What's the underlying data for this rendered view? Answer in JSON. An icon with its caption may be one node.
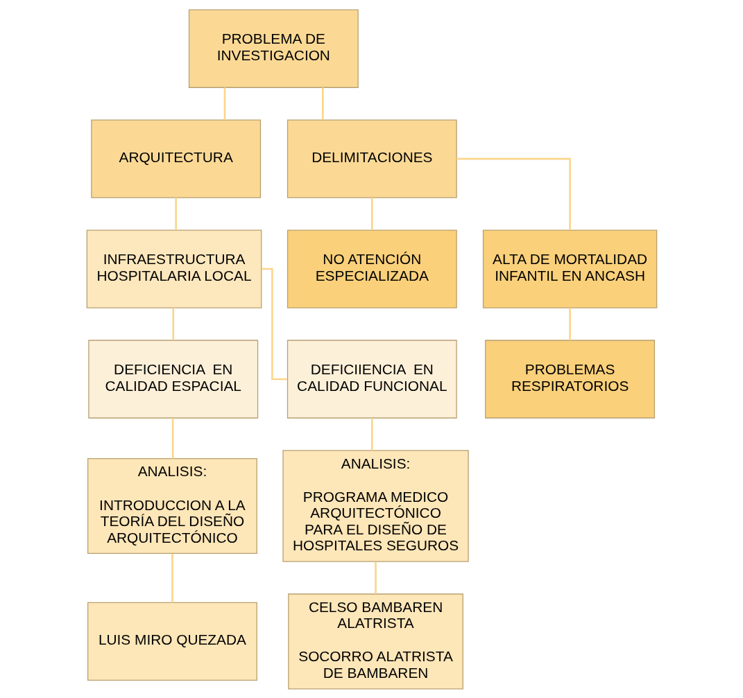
{
  "diagram": {
    "nodes": [
      {
        "text": [
          "PROBLEMA DE INVESTIGACION"
        ]
      },
      {
        "text": [
          "ARQUITECTURA"
        ]
      },
      {
        "text": [
          "DELIMITACIONES"
        ]
      },
      {
        "text": [
          "INFRAESTRUCTURA HOSPITALARIA LOCAL"
        ]
      },
      {
        "text": [
          "NO ATENCIÓN ESPECIALIZADA"
        ]
      },
      {
        "text": [
          "ALTA DE MORTALIDAD INFANTIL EN ANCASH"
        ]
      },
      {
        "text": [
          "DEFICIENCIA  EN CALIDAD ESPACIAL"
        ]
      },
      {
        "text": [
          "DEFICIIENCIA  EN CALIDAD FUNCIONAL"
        ]
      },
      {
        "text": [
          "PROBLEMAS RESPIRATORIOS"
        ]
      },
      {
        "text": [
          "ANALISIS:",
          "INTRODUCCION A LA TEORÍA DEL DISEÑO ARQUITECTÓNICO"
        ]
      },
      {
        "text": [
          "ANALISIS:",
          "PROGRAMA MEDICO ARQUITECTÓNICO PARA EL DISEÑO DE HOSPITALES SEGUROS"
        ]
      },
      {
        "text": [
          "LUIS MIRO QUEZADA"
        ]
      },
      {
        "text": [
          "CELSO BAMBAREN ALATRISTA",
          "SOCORRO ALATRISTA DE BAMBAREN"
        ]
      }
    ],
    "edges": [
      {
        "from": 0,
        "to": 1,
        "arrow": "none"
      },
      {
        "from": 0,
        "to": 2,
        "arrow": "none"
      },
      {
        "from": 1,
        "to": 3,
        "arrow": "none"
      },
      {
        "from": 2,
        "to": 4,
        "arrow": "none"
      },
      {
        "from": 2,
        "to": 5,
        "arrow": "none"
      },
      {
        "from": 3,
        "to": 6,
        "arrow": "none"
      },
      {
        "from": 3,
        "to": 7,
        "arrow": "none"
      },
      {
        "from": 5,
        "to": 8,
        "arrow": "none"
      },
      {
        "from": 6,
        "to": 9,
        "arrow": "none"
      },
      {
        "from": 7,
        "to": 10,
        "arrow": "none"
      },
      {
        "from": 9,
        "to": 11,
        "arrow": "none"
      },
      {
        "from": 10,
        "to": 12,
        "arrow": "none"
      }
    ]
  }
}
